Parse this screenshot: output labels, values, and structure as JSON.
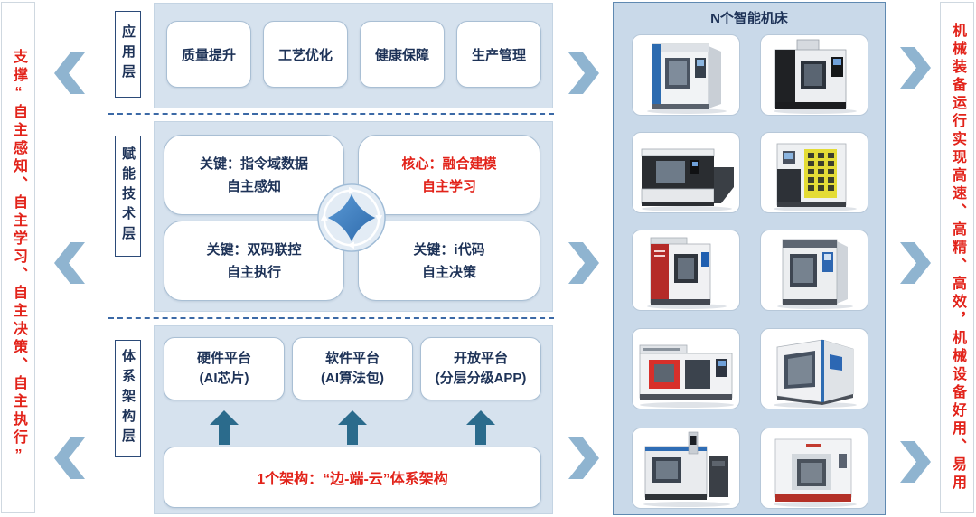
{
  "left_note": "支撑“自主感知、自主学习、自主决策、自主执行”",
  "right_note": "机械装备运行实现高速、高精、高效，机械设备好用、易用",
  "layers": {
    "application": {
      "label": "应用层",
      "items": [
        "质量提升",
        "工艺优化",
        "健康保障",
        "生产管理"
      ]
    },
    "enabling": {
      "label": "赋能技术层",
      "cells": [
        {
          "line1": "关键：指令域数据",
          "line2": "自主感知"
        },
        {
          "line1": "核心：融合建模",
          "line2": "自主学习"
        },
        {
          "line1": "关键：双码联控",
          "line2": "自主执行"
        },
        {
          "line1": "关键：i代码",
          "line2": "自主决策"
        }
      ]
    },
    "architecture": {
      "label": "体系架构层",
      "platforms": [
        {
          "name": "硬件平台",
          "sub": "(AI芯片)"
        },
        {
          "name": "软件平台",
          "sub": "(AI算法包)"
        },
        {
          "name": "开放平台",
          "sub": "(分层分级APP)"
        }
      ],
      "foundation": "1个架构：“边-端-云”体系架构"
    }
  },
  "machine_panel": {
    "title": "N个智能机床"
  },
  "icons": {
    "flow_left": "chevron-left-icon",
    "flow_right": "chevron-right-icon",
    "support_arrow": "arrow-up-icon",
    "cycle": "cycle-icon"
  },
  "colors": {
    "accent_red": "#e2231a",
    "navy_text": "#1d3257",
    "panel_bg": "#d6e2ee",
    "machine_panel_bg": "#c9d9e9",
    "chevron": "#8fb4d0",
    "up_arrow": "#2b6b8c",
    "divider": "#3b69a6"
  }
}
